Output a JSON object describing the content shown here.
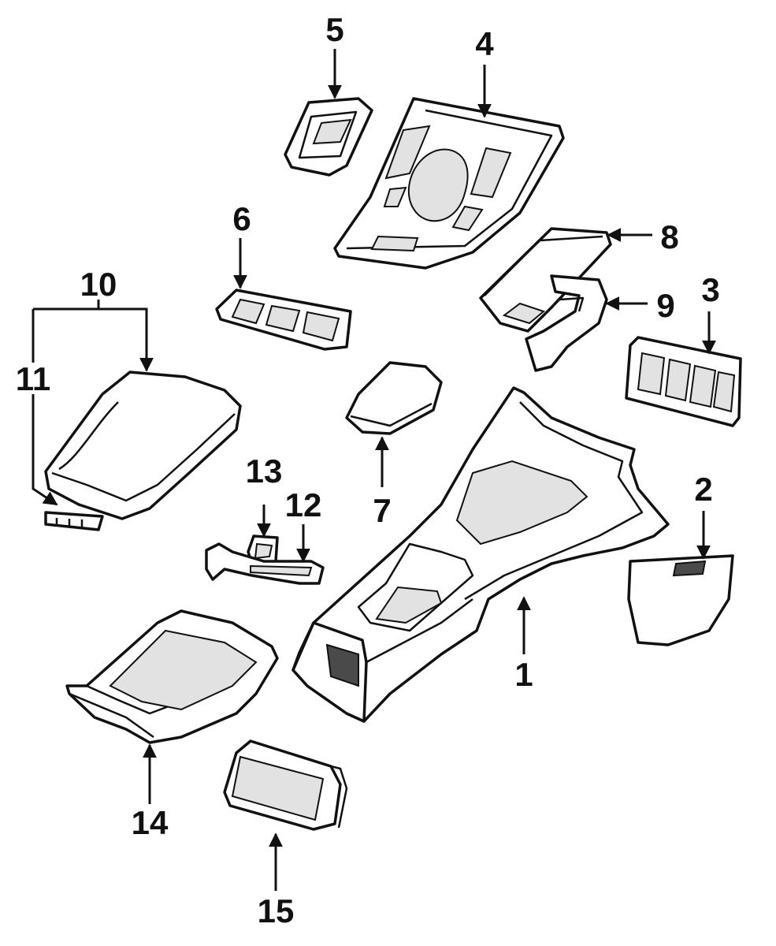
{
  "diagram": {
    "parts": [
      {
        "id": "console",
        "number": "1"
      },
      {
        "id": "end-cap",
        "number": "2"
      },
      {
        "id": "switch-bezel",
        "number": "3"
      },
      {
        "id": "shifter-bezel",
        "number": "4"
      },
      {
        "id": "trim-plate",
        "number": "5"
      },
      {
        "id": "switch-panel",
        "number": "6"
      },
      {
        "id": "lid",
        "number": "7"
      },
      {
        "id": "ashtray",
        "number": "8"
      },
      {
        "id": "ashtray-bracket",
        "number": "9"
      },
      {
        "id": "armrest",
        "number": "10"
      },
      {
        "id": "hinge",
        "number": "11"
      },
      {
        "id": "latch",
        "number": "12"
      },
      {
        "id": "striker",
        "number": "13"
      },
      {
        "id": "storage-tray",
        "number": "14"
      },
      {
        "id": "cup-holder",
        "number": "15"
      }
    ]
  }
}
